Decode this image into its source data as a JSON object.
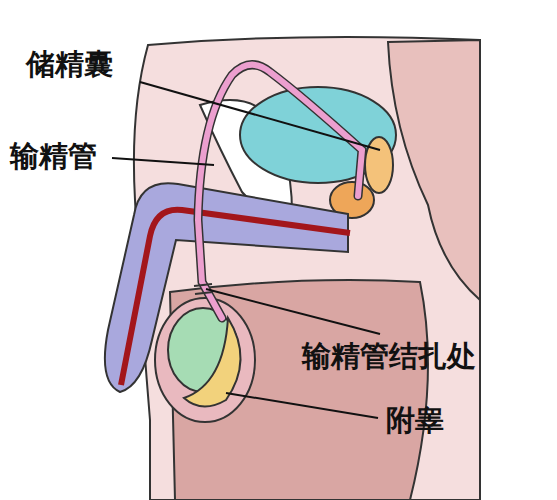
{
  "diagram": {
    "labels": [
      "储精囊",
      "输精管",
      "输精管结扎处",
      "附睾"
    ]
  }
}
